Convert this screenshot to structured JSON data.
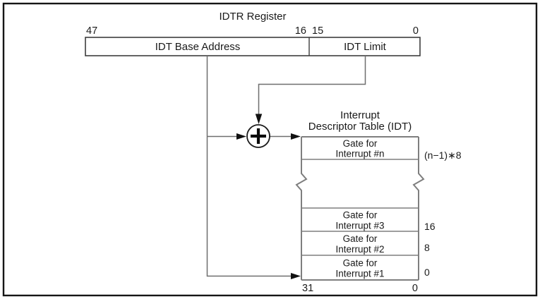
{
  "colors": {
    "background": "#ffffff",
    "frame": "#161616",
    "text": "#1a1a1a",
    "register_border": "#3d3d3d",
    "table_border": "#7e7e7e",
    "connector_line": "#6f6f6f",
    "arrow": "#111111"
  },
  "idtr": {
    "title": "IDTR Register",
    "bits": {
      "b47": "47",
      "b16": "16",
      "b15": "15",
      "b0": "0"
    },
    "base_field": "IDT Base Address",
    "limit_field": "IDT Limit"
  },
  "adder": {
    "symbol": "+"
  },
  "idt": {
    "title_line1": "Interrupt",
    "title_line2": "Descriptor Table (IDT)",
    "rows": [
      {
        "label_line1": "Gate for",
        "label_line2": "Interrupt #n",
        "offset": "(n−1)∗8"
      },
      {
        "label_line1": "Gate for",
        "label_line2": "Interrupt #3",
        "offset": "16"
      },
      {
        "label_line1": "Gate for",
        "label_line2": "Interrupt #2",
        "offset": "8"
      },
      {
        "label_line1": "Gate for",
        "label_line2": "Interrupt #1",
        "offset": "0"
      }
    ],
    "bits": {
      "b31": "31",
      "b0": "0"
    }
  }
}
